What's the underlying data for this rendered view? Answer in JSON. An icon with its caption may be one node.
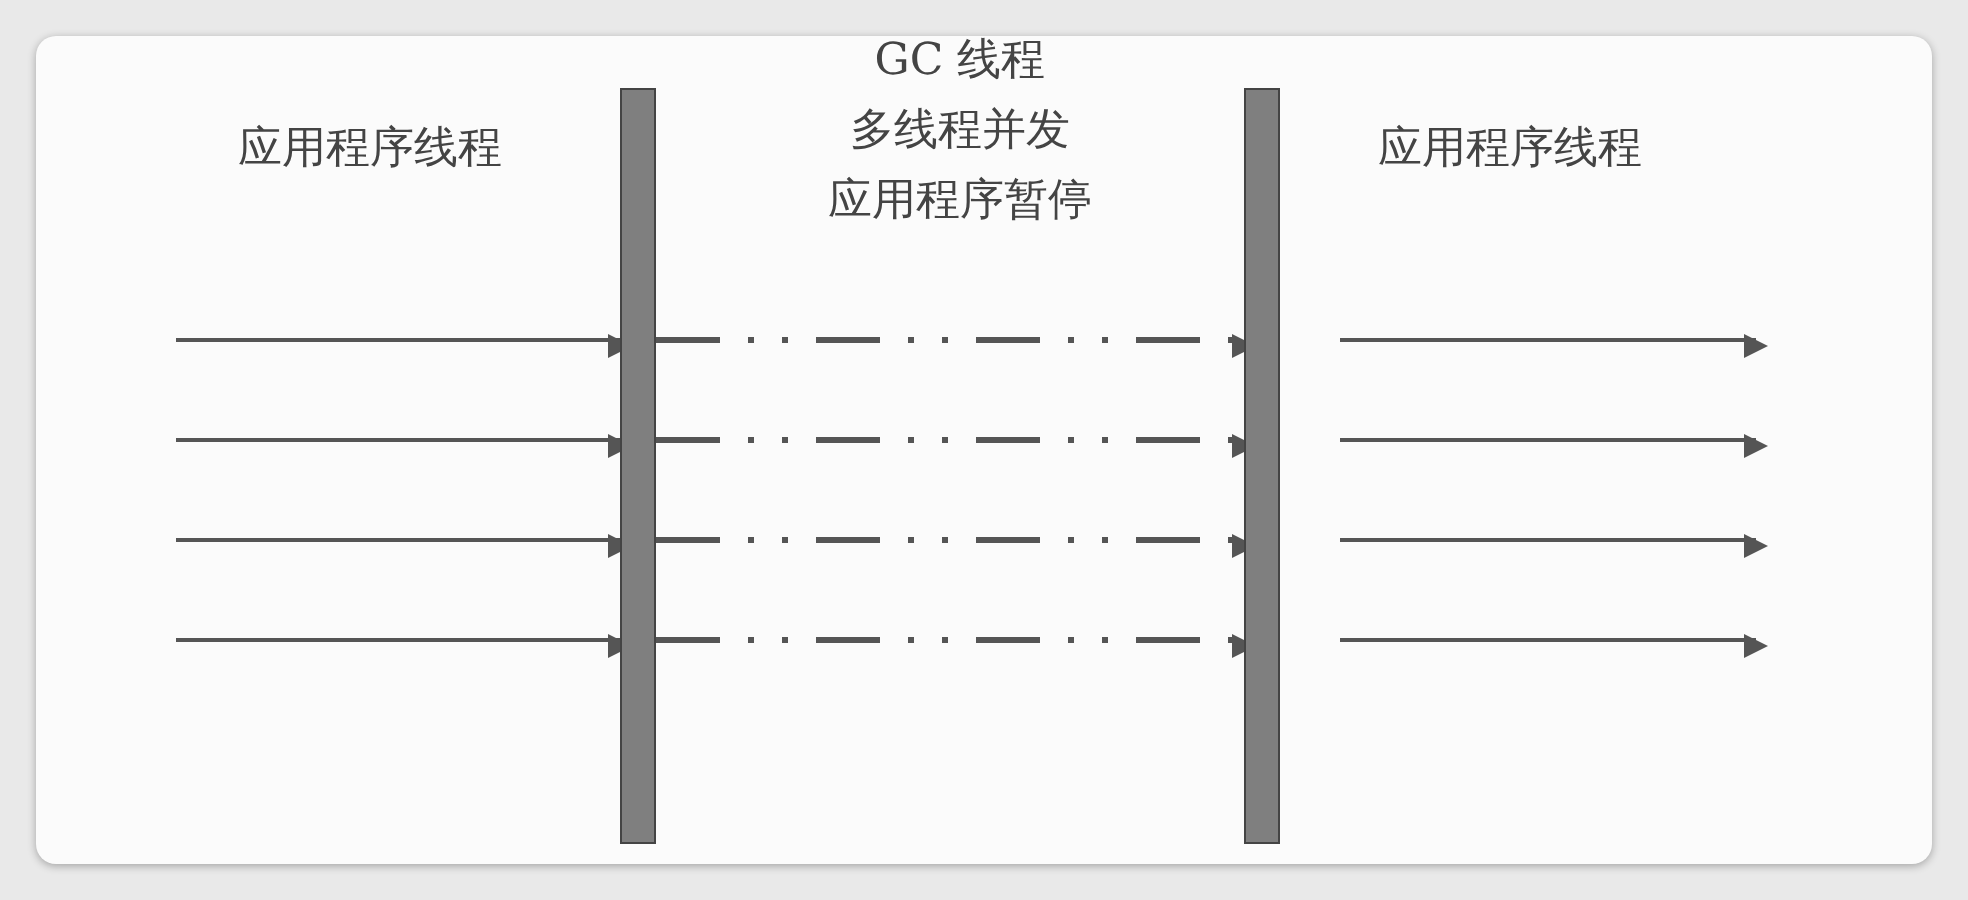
{
  "diagram": {
    "nodes": [
      {
        "text": [],
        "shape": "bar"
      },
      {
        "text": [],
        "shape": "bar"
      }
    ],
    "edges": [
      {
        "from": null,
        "to": 0,
        "arrow": "to"
      },
      {
        "from": null,
        "to": 0,
        "arrow": "to"
      },
      {
        "from": null,
        "to": 0,
        "arrow": "to"
      },
      {
        "from": null,
        "to": 0,
        "arrow": "to"
      },
      {
        "from": 0,
        "to": 1,
        "arrow": "to",
        "style": "dashed"
      },
      {
        "from": 0,
        "to": 1,
        "arrow": "to",
        "style": "dashed"
      },
      {
        "from": 0,
        "to": 1,
        "arrow": "to",
        "style": "dashed"
      },
      {
        "from": 0,
        "to": 1,
        "arrow": "to",
        "style": "dashed"
      },
      {
        "from": 1,
        "to": null,
        "arrow": "to"
      },
      {
        "from": 1,
        "to": null,
        "arrow": "to"
      },
      {
        "from": 1,
        "to": null,
        "arrow": "to"
      },
      {
        "from": 1,
        "to": null,
        "arrow": "to"
      }
    ],
    "labels": [
      "应用程序线程",
      "GC 线程",
      "多线程并发",
      "应用程序暂停",
      "应用程序线程"
    ]
  }
}
